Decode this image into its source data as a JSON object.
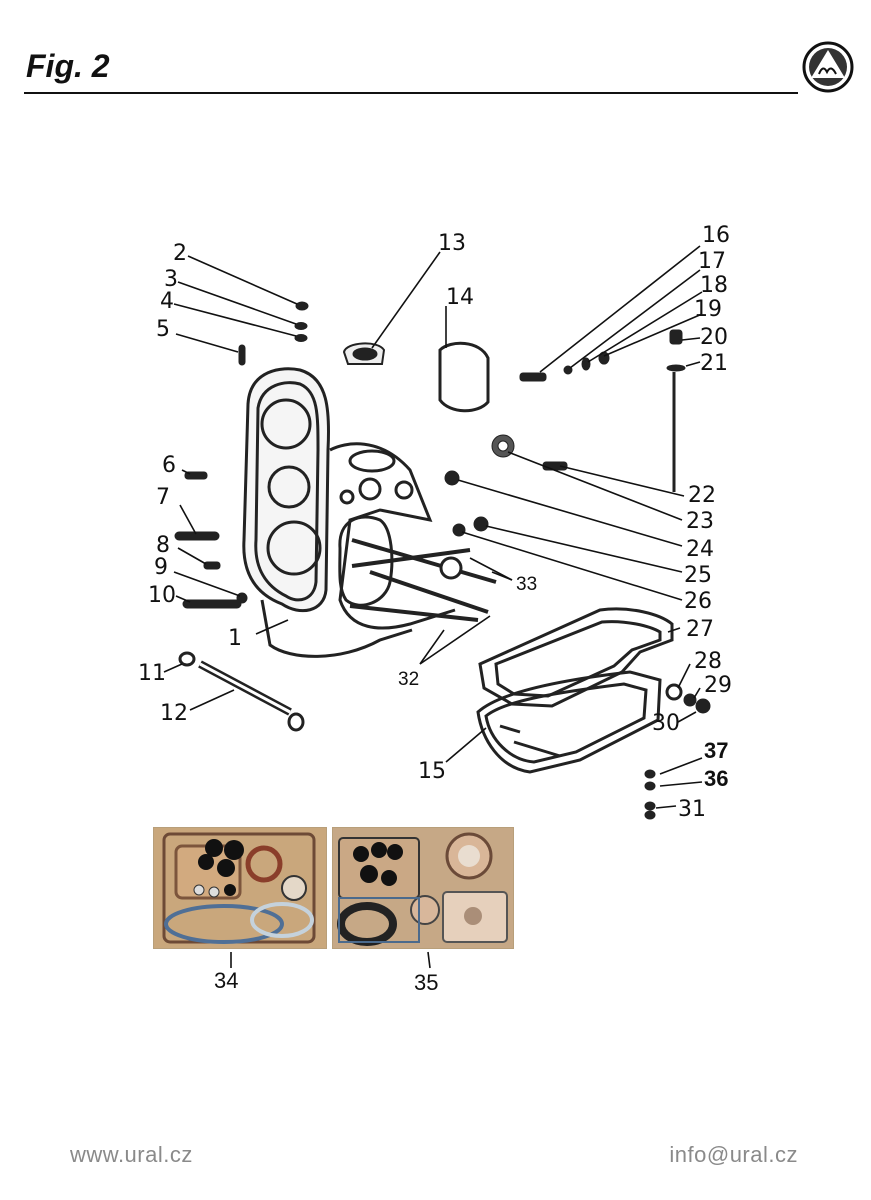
{
  "header": {
    "title": "Fig. 2"
  },
  "footer": {
    "website": "www.ural.cz",
    "email": "info@ural.cz"
  },
  "callouts": [
    "1",
    "2",
    "3",
    "4",
    "5",
    "6",
    "7",
    "8",
    "9",
    "10",
    "11",
    "12",
    "13",
    "14",
    "15",
    "16",
    "17",
    "18",
    "19",
    "20",
    "21",
    "22",
    "23",
    "24",
    "25",
    "26",
    "27",
    "28",
    "29",
    "30",
    "31",
    "32",
    "33",
    "34",
    "35",
    "36",
    "37"
  ]
}
